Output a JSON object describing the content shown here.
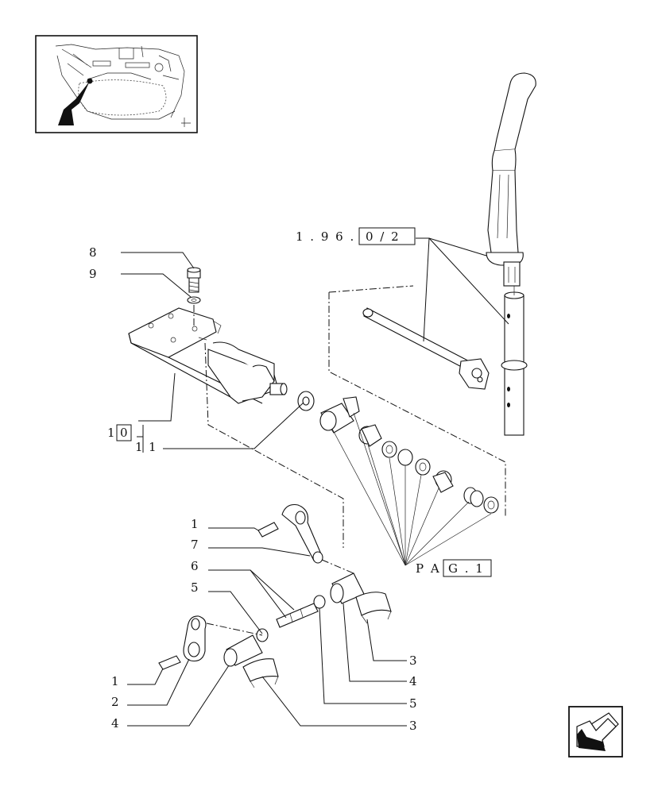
{
  "labels": {
    "l8": "8",
    "l9": "9",
    "l10a": "1",
    "l10b": "0",
    "l11a": "1",
    "l11b": "1",
    "ref_prefix": "1 . 9 6 .",
    "ref_box": "0 / 2",
    "pag_prefix": "P A",
    "pag_box": "G . 1",
    "l1a": "1",
    "l7": "7",
    "l6": "6",
    "l5a": "5",
    "l1b": "1",
    "l2": "2",
    "l4a": "4",
    "l3a": "3",
    "l4b": "4",
    "l5b": "5",
    "l3b": "3"
  },
  "icons": {
    "thumbnail": "tractor-cab-location-thumbnail",
    "nav": "back-arrow-icon"
  },
  "colors": {
    "line": "#111111",
    "fill": "#ffffff"
  }
}
